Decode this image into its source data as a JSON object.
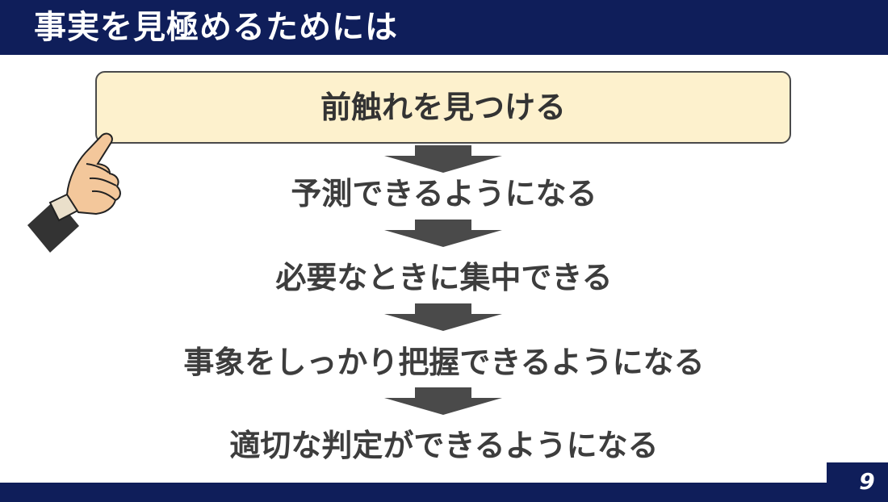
{
  "slide": {
    "title": "事実を見極めるためには",
    "highlight": "前触れを見つける",
    "steps": [
      "予測できるようになる",
      "必要なときに集中できる",
      "事象をしっかり把握できるようになる",
      "適切な判定ができるようになる"
    ],
    "page_number": "9"
  },
  "colors": {
    "navy": "#0f1e5a",
    "highlight_fill": "#fdf1cd",
    "text_dark": "#3d3d3d",
    "arrow": "#4a4a4a"
  },
  "icons": {
    "pointer": "pointing-hand-icon",
    "flow": "down-arrow-icon"
  }
}
